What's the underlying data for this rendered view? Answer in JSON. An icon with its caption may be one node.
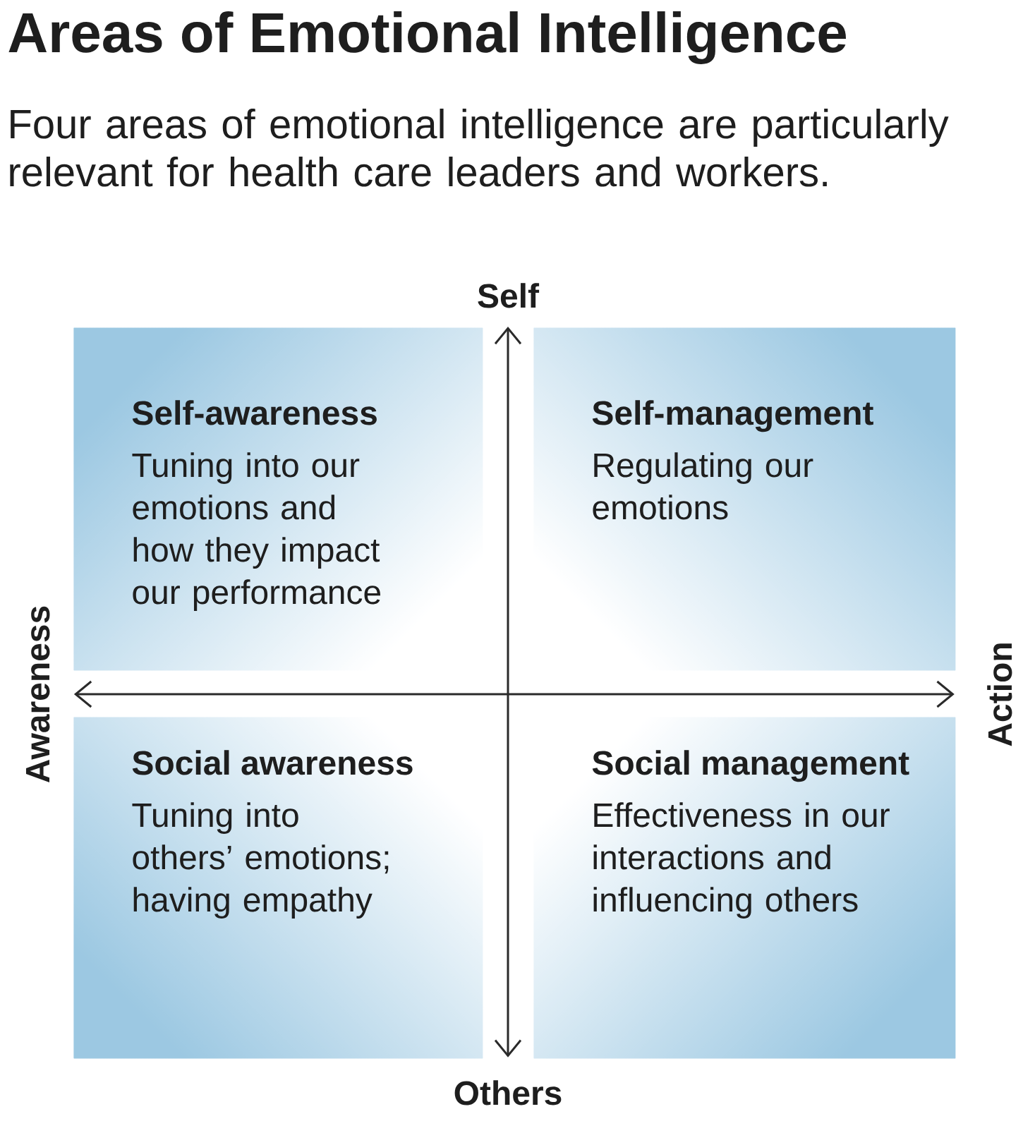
{
  "diagram": {
    "title": "Areas of Emotional Intelligence",
    "nodes": [
      {
        "text": [
          "Self"
        ]
      },
      {
        "text": [
          "Self-awareness",
          "Tuning into our emotions and how they impact our performance"
        ]
      },
      {
        "text": [
          "Self-management",
          "Regulating our emotions"
        ]
      },
      {
        "text": [
          "Awareness"
        ]
      },
      {
        "text": [
          "Action"
        ]
      },
      {
        "text": [
          "Social awareness",
          "Tuning into others’ emotions; having empathy"
        ]
      },
      {
        "text": [
          "Social management",
          "Effectiveness in our interactions and influencing others"
        ]
      },
      {
        "text": [
          "Others"
        ]
      }
    ],
    "edges": [
      {
        "from": 0,
        "to": 7,
        "arrow": "both"
      },
      {
        "from": 3,
        "to": 4,
        "arrow": "both"
      }
    ],
    "labels": [
      "Four areas of emotional intelligence are particularly relevant for health care leaders and workers."
    ]
  }
}
